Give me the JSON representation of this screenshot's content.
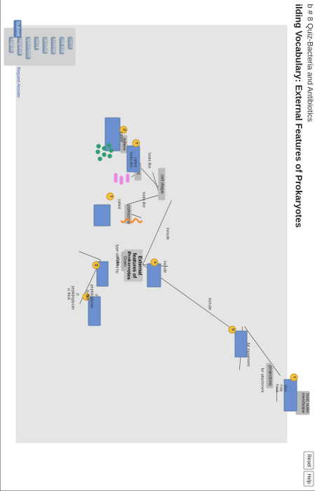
{
  "header": {
    "breadcrumb": "b # 8 Quiz-Bacteria and Antibiotics",
    "title": "ilding Vocabulary: External Features of Prokaryotes"
  },
  "toolbar": {
    "reset_label": "Reset",
    "help_label": "Help"
  },
  "word_bank": [
    "cocci",
    "cell wall",
    "fimbriae",
    "positive",
    "bacilli",
    "spirochete",
    "negative",
    "flagella"
  ],
  "map": {
    "central": "External features of Prokaryotes",
    "nodes": {
      "cell_shape": "cell shape",
      "sphere": "sphere",
      "rod": "rod",
      "corkscrew": "corkscrew",
      "gram_stain": "Gram stain",
      "projections": "projections",
      "toxic_outer_membrane": "toxic outer membrane"
    },
    "links": {
      "include_1": "include",
      "include_2": "include",
      "include_3": "include",
      "looks_like_1": "looks like",
      "looks_like_2": "looks like",
      "looks_like_3": "looks like",
      "called_1": "called",
      "called_2": "called",
      "called_3": "called",
      "type_identified_by": "type identified by",
      "if_thick": "if peptidoglycan is thick",
      "if_thin": "if peptidoglycan is thin",
      "for_movement": "for movement",
      "for_attachment": "for attachment",
      "also_may_have": "also may have"
    },
    "tags": [
      "a",
      "b",
      "c",
      "d",
      "e",
      "f",
      "g",
      "h"
    ]
  },
  "footer": {
    "submit_label": "Submit",
    "request_label": "Request Answer"
  },
  "colors": {
    "slot": "#6b8fcf",
    "tag": "#f5c43f",
    "term": "#8899ad",
    "sphere": "#2f9e73",
    "rod": "#e98be5",
    "corkscrew": "#f28a2a"
  }
}
